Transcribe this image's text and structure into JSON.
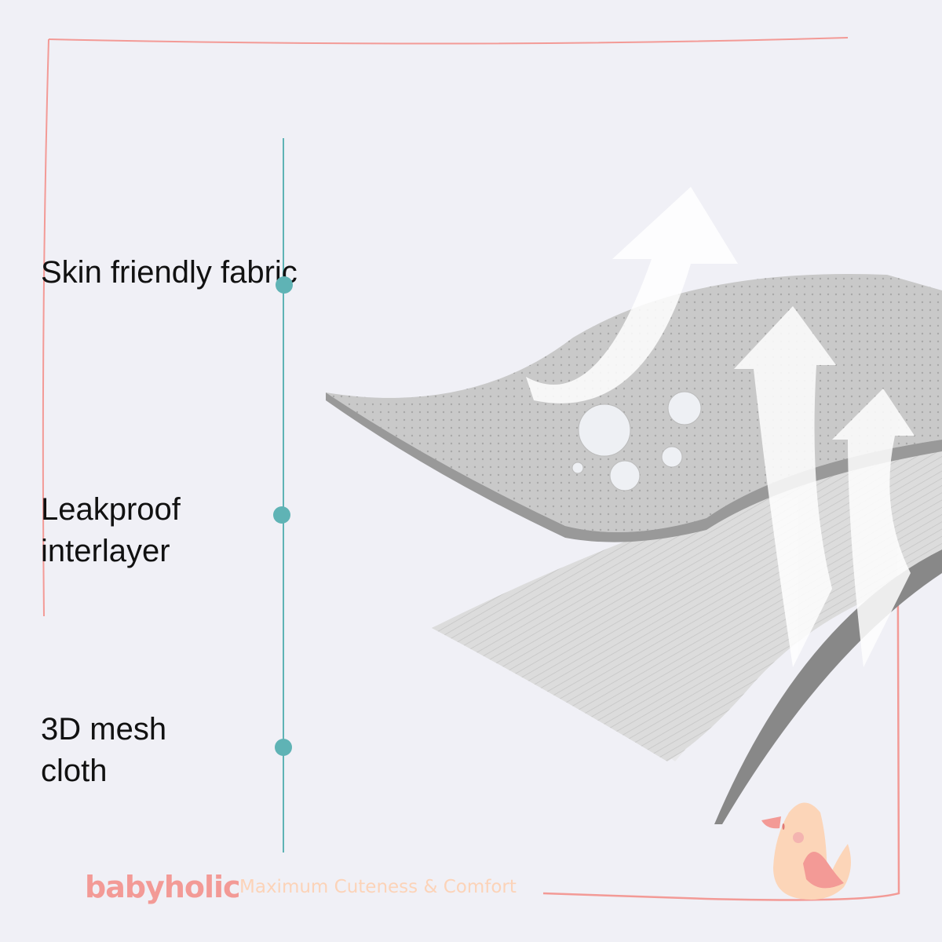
{
  "colors": {
    "frame": "#f39a96",
    "timeline": "#5fb3b5",
    "background": "#f0f0f6",
    "brand": "#f39a96",
    "tagline": "#fcd3b8"
  },
  "layers": [
    {
      "label": "Skin friendly fabric"
    },
    {
      "label": "Leakproof interlayer"
    },
    {
      "label": "3D mesh cloth"
    }
  ],
  "footer": {
    "brand": "babyholic",
    "tagline": "Maximum Cuteness & Comfort"
  },
  "icons": {
    "mascot": "duck-icon",
    "arrows": "airflow-arrow-icon",
    "drops": "water-drop-icon"
  }
}
